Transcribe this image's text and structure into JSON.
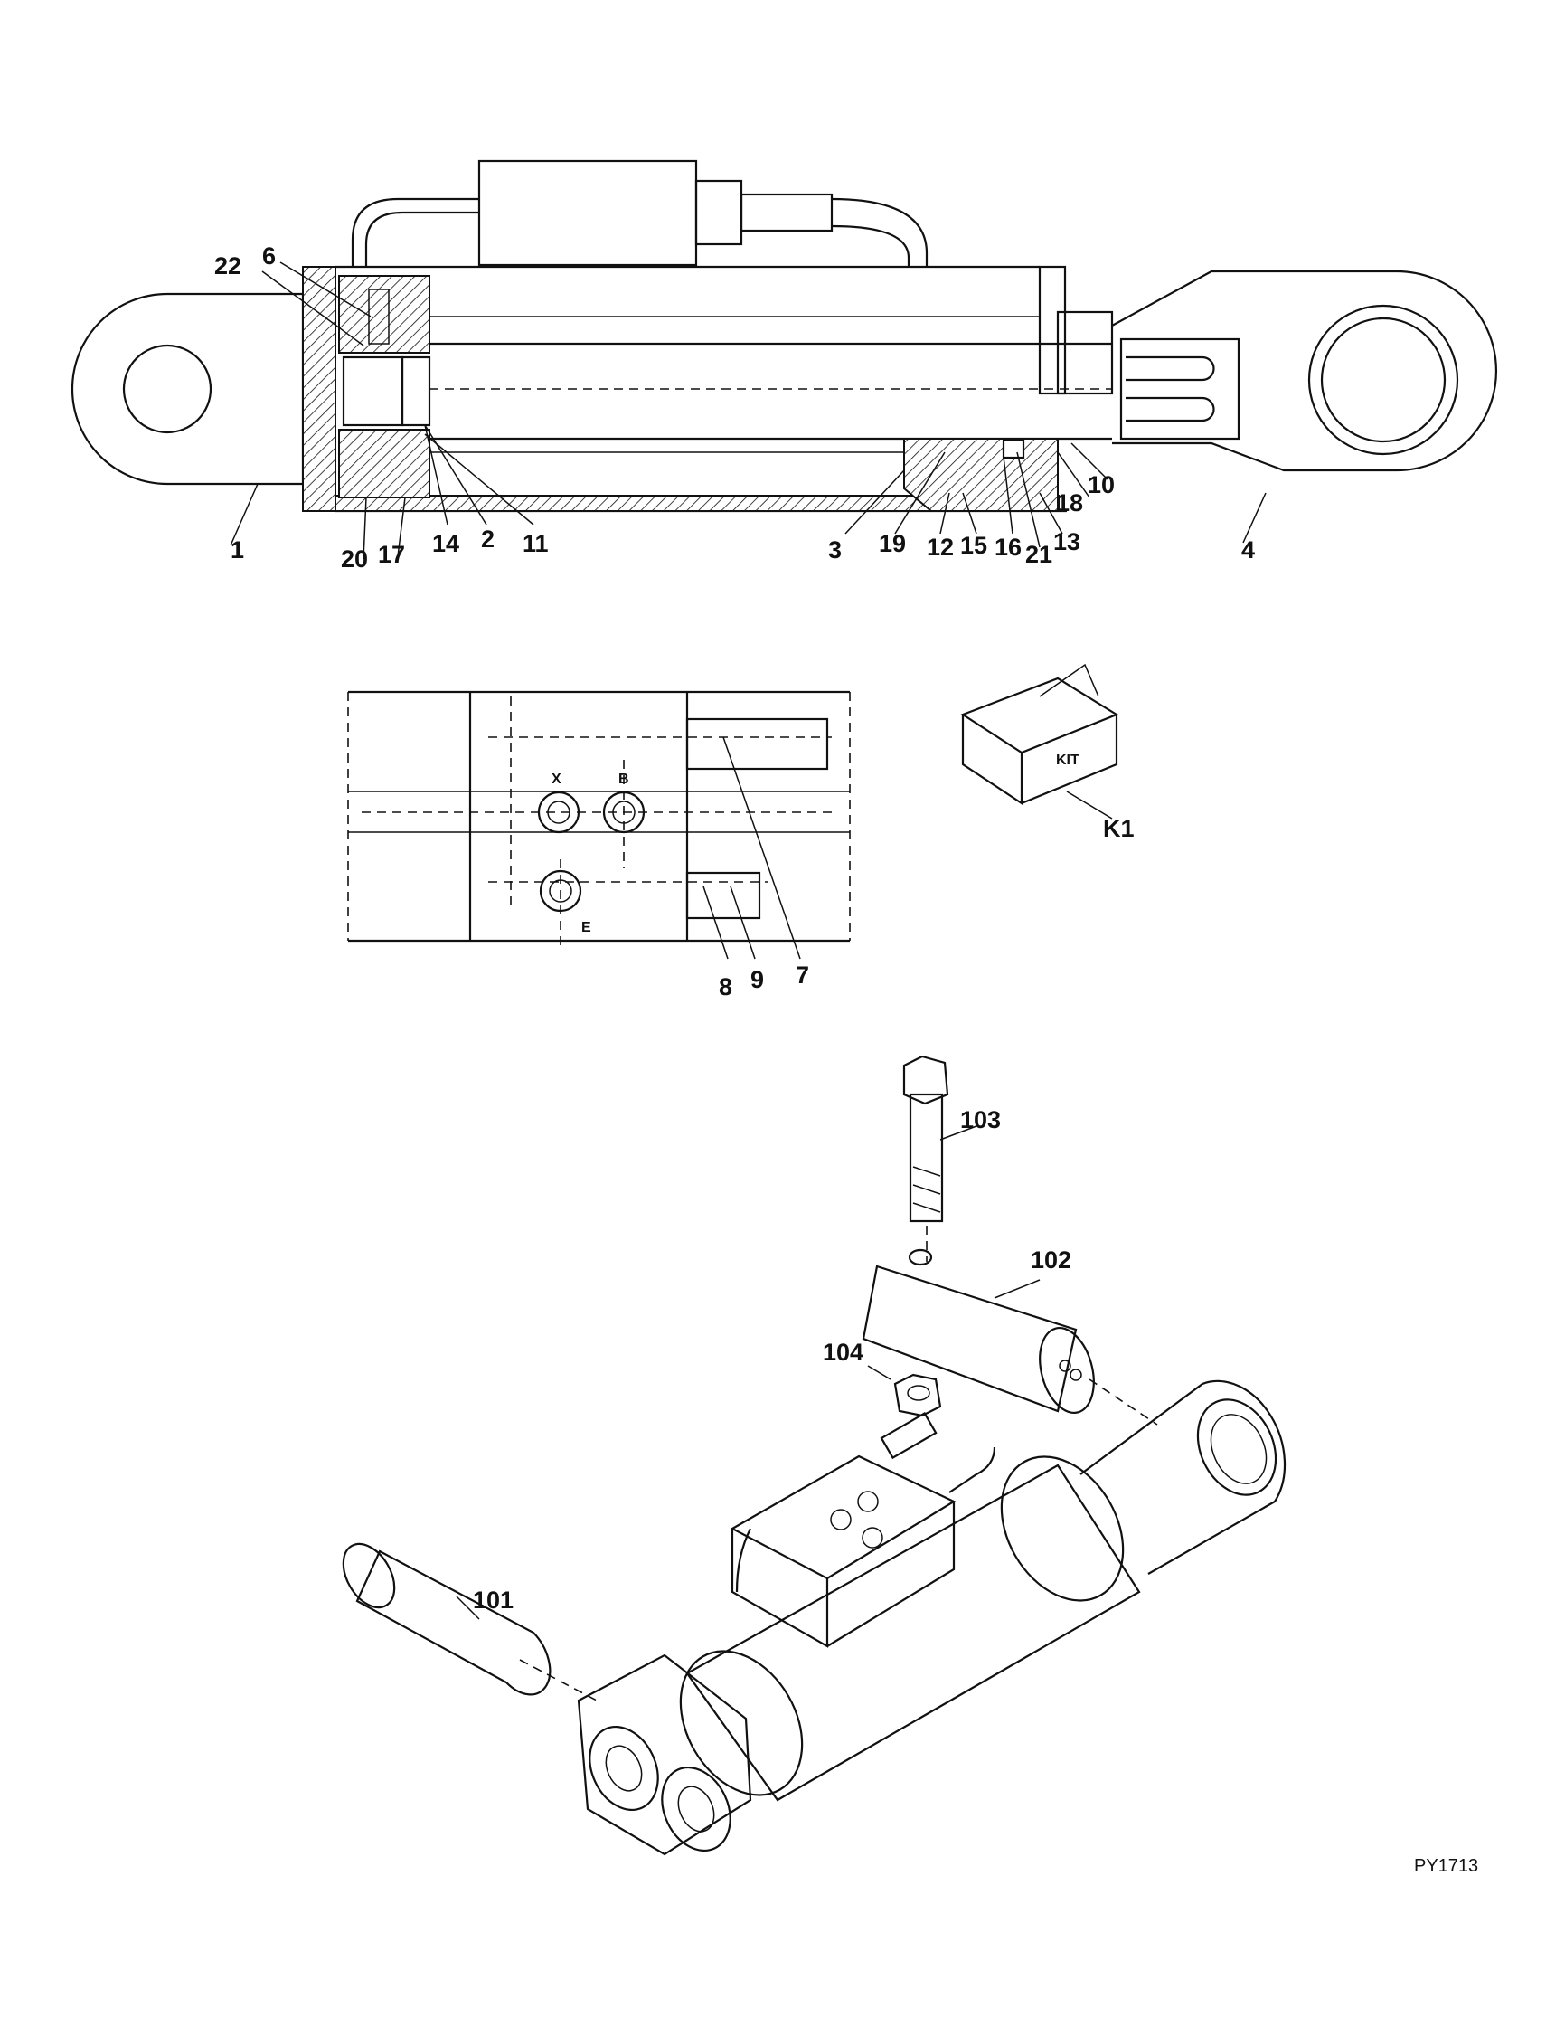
{
  "diagram": {
    "drawing_ref": "PY1713",
    "kit_text": "KIT",
    "valve_ports": {
      "x": "X",
      "b": "B",
      "e": "E"
    },
    "callouts": {
      "c1": "1",
      "c2": "2",
      "c3": "3",
      "c4": "4",
      "c6": "6",
      "c7": "7",
      "c8": "8",
      "c9": "9",
      "c10": "10",
      "c11": "11",
      "c12": "12",
      "c13": "13",
      "c14": "14",
      "c15": "15",
      "c16": "16",
      "c17": "17",
      "c18": "18",
      "c19": "19",
      "c20": "20",
      "c21": "21",
      "c22": "22",
      "k1": "K1",
      "c101": "101",
      "c102": "102",
      "c103": "103",
      "c104": "104"
    }
  }
}
